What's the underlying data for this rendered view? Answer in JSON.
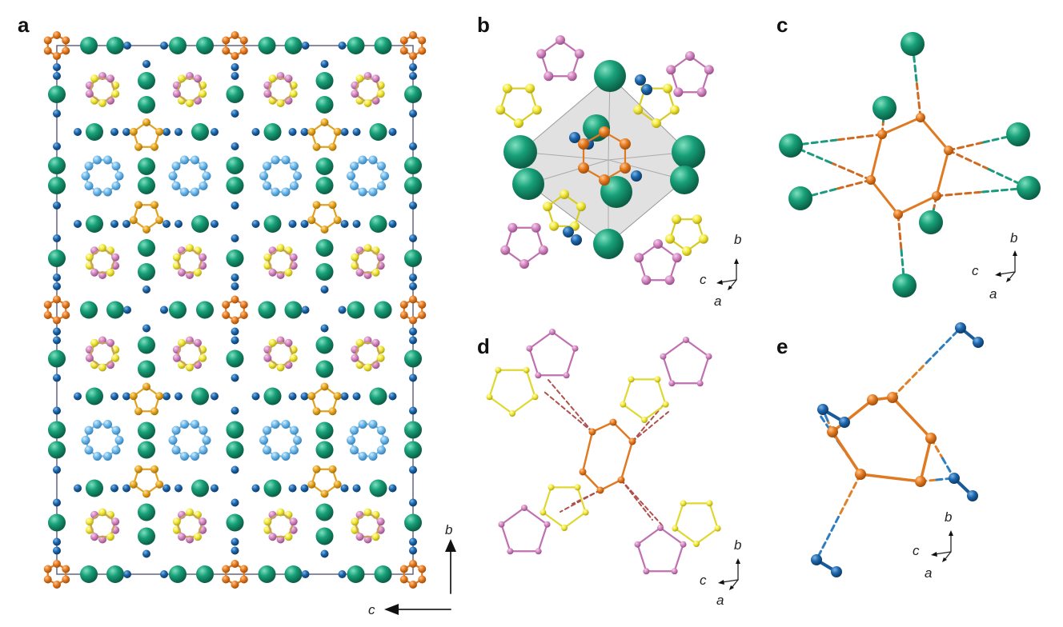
{
  "panels": {
    "a": {
      "label": "a",
      "axes": {
        "up": "b",
        "left": "c"
      }
    },
    "b": {
      "label": "b",
      "axes": {
        "up": "b",
        "left": "c",
        "down": "a"
      }
    },
    "c": {
      "label": "c",
      "axes": {
        "up": "b",
        "left": "c",
        "down": "a"
      }
    },
    "d": {
      "label": "d",
      "axes": {
        "up": "b",
        "left": "c",
        "down": "a"
      }
    },
    "e": {
      "label": "e",
      "axes": {
        "up": "b",
        "left": "c",
        "down": "a"
      }
    }
  },
  "colors": {
    "green_atom": "#14966f",
    "blue_atom": "#1a64a8",
    "orange_ring": "#e07a22",
    "gold_ring": "#e0a020",
    "pink_atom": "#d486c2",
    "yellow_atom": "#f0e640",
    "light_blue_ring": "#6ab8e8",
    "cell_line": "#5a5a78",
    "polyhedron": "#c8c8c8"
  }
}
